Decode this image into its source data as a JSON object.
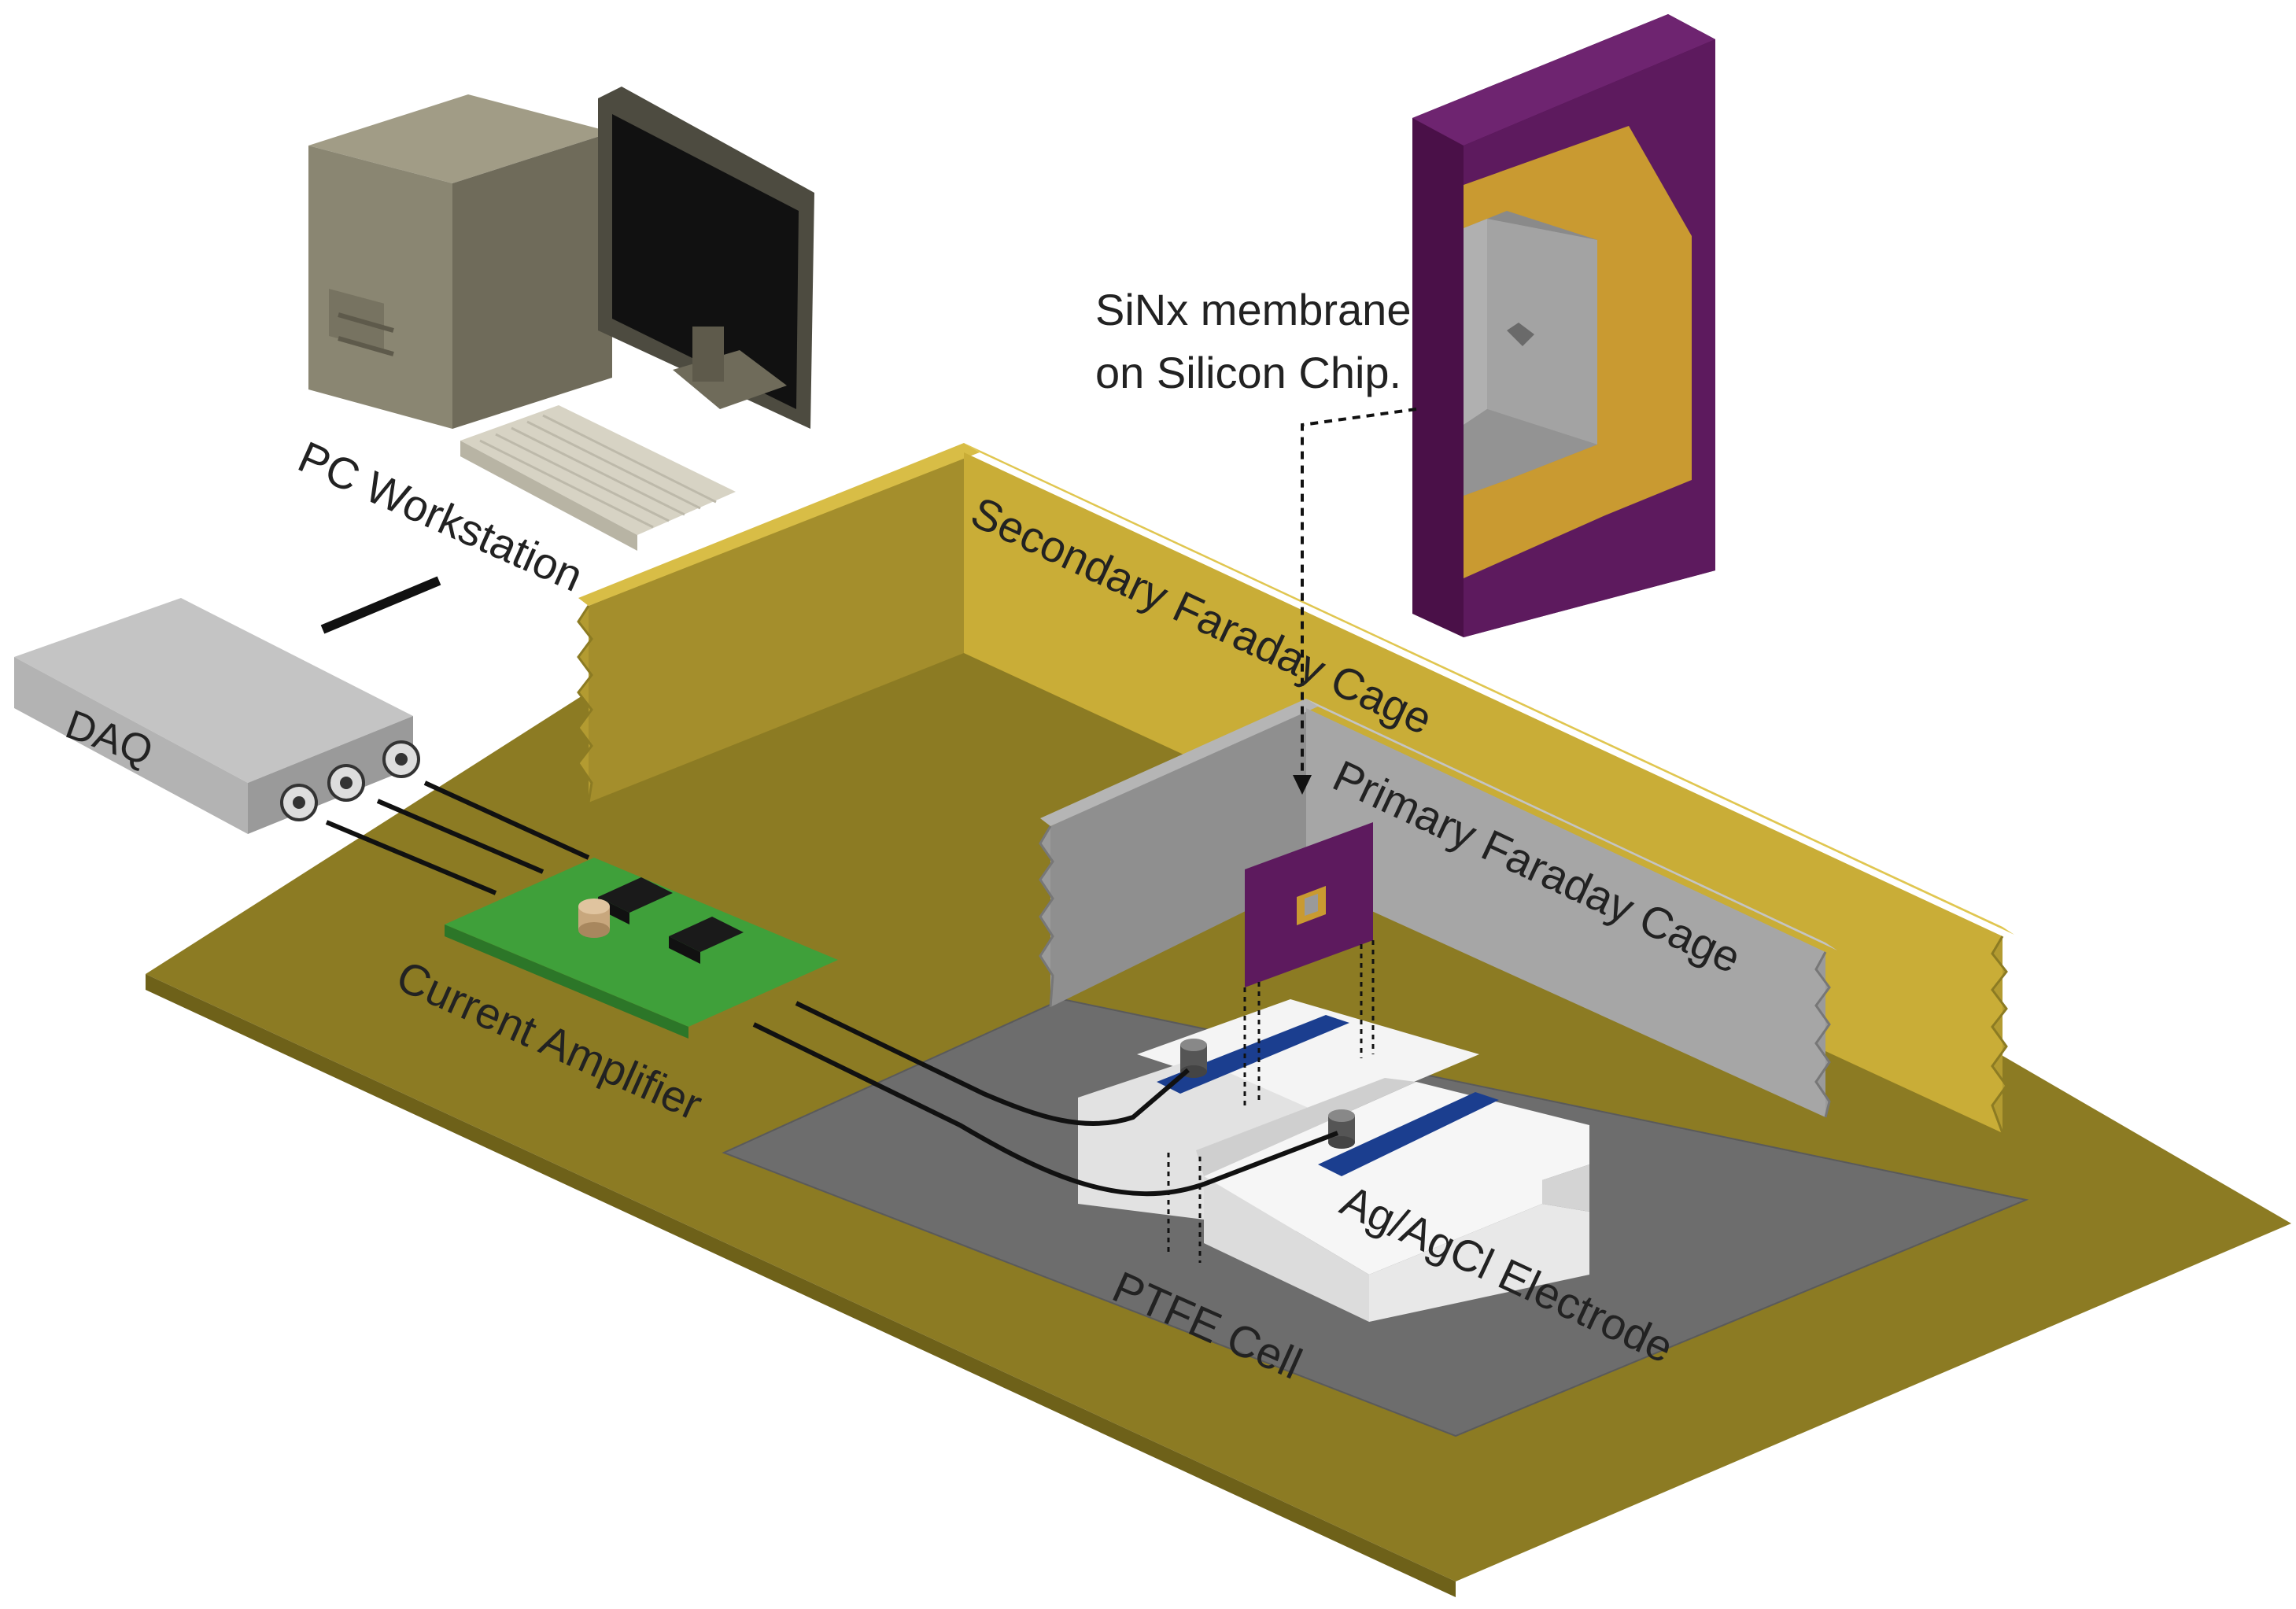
{
  "labels": {
    "pc": "PC Workstation",
    "daq": "DAQ",
    "amp": "Current Amplifier",
    "secondary": "Secondary Faraday Cage",
    "primary": "Primary Faraday Cage",
    "chip_line1": "SiNx membrane",
    "chip_line2": "on Silicon Chip.",
    "electrode": "Ag/AgCl Electrode",
    "ptfe": "PTFE Cell"
  },
  "colors": {
    "cage_floor": "#8c7b23",
    "cage_wall": "#c9ad37",
    "cage_wall_dark": "#a48e2c",
    "mat": "#6d6d6d",
    "primary_wall": "#9b9b9b",
    "ptfe": "#f1f1f1",
    "electrode": "#1b3e8f",
    "pcb": "#3fa03a",
    "chip_purple": "#5d1a5e",
    "chip_gold": "#c99a31",
    "wire": "#111111"
  },
  "icons": [
    "pc-tower-icon",
    "monitor-icon",
    "keyboard-icon",
    "daq-box-icon",
    "bnc-connector-icon",
    "ic-chip-icon",
    "capacitor-icon"
  ]
}
